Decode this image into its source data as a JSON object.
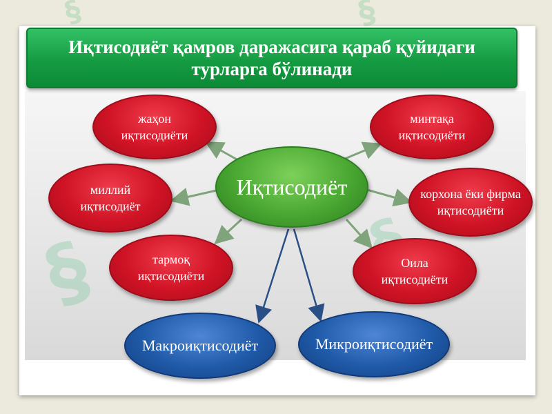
{
  "title": "Иқтисодиёт қамров даражасига қараб қуйидаги турларга бўлинади",
  "center": "Иқтисодиёт",
  "types": {
    "world": "жаҳон\nиқтисодиёти",
    "national": "миллий\nиқтисодиёт",
    "branch": "тармоқ\nиқтисодиёти",
    "regional": "минтақа\nиқтисодиёти",
    "enterprise": "корхона ёки фирма\nиқтисодиёти",
    "family": "Оила\nиқтисодиёти"
  },
  "macro": "Макроиқтисодиёт",
  "micro": "Микроиқтисодиёт",
  "colors": {
    "header": "#159c43",
    "red": "#cf1325",
    "green": "#49a732",
    "blue": "#1f5aa8",
    "arrow_green": "#7fa37a",
    "arrow_blue": "#2a4f86"
  }
}
